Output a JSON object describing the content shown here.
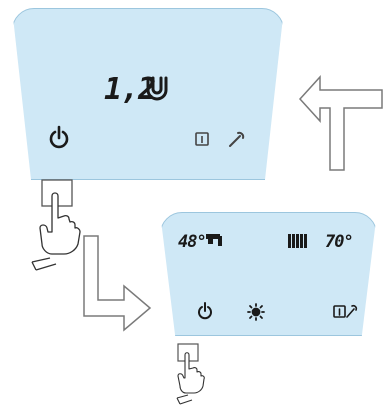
{
  "top_display": {
    "value_text": "1,2",
    "icons": [
      "pressure-icon",
      "power-icon",
      "info-icon",
      "wrench-icon"
    ]
  },
  "bottom_display": {
    "dhw_temp": "48°",
    "heating_temp": "70°",
    "icons": [
      "tap-icon",
      "radiator-icon",
      "power-icon",
      "sun-icon",
      "info-wrench-icon"
    ]
  },
  "colors": {
    "panel": "#cfe8f6",
    "panel_border": "#9cc6de",
    "ink": "#1a1a1a",
    "arrow_outline": "#7a7a7a"
  }
}
